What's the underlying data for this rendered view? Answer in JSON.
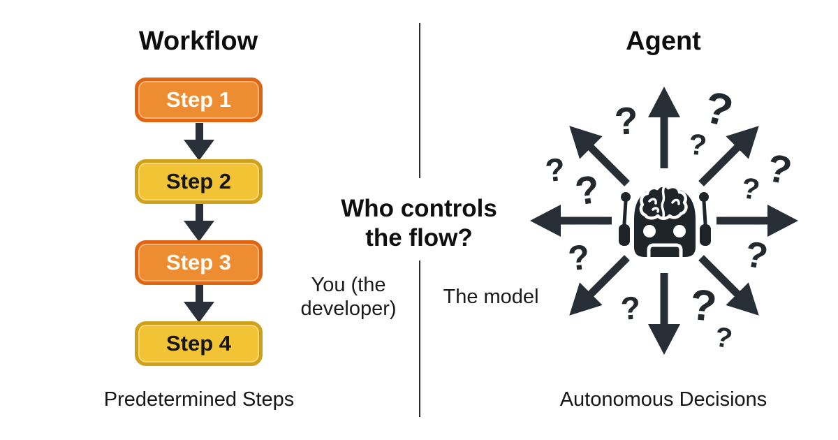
{
  "workflow": {
    "title": "Workflow",
    "steps": [
      {
        "label": "Step 1",
        "fill": "#ED8C31",
        "border": "#DF6512"
      },
      {
        "label": "Step 2",
        "fill": "#F2C335",
        "border": "#CFA01A"
      },
      {
        "label": "Step 3",
        "fill": "#ED8C31",
        "border": "#DF6512"
      },
      {
        "label": "Step 4",
        "fill": "#F2C335",
        "border": "#CFA01A"
      }
    ],
    "caption": "Predetermined Steps"
  },
  "center": {
    "question": "Who controls\nthe flow?",
    "developer_label": "You (the\ndeveloper)",
    "model_label": "The model"
  },
  "agent": {
    "title": "Agent",
    "caption": "Autonomous Decisions",
    "icon": "robot-brain-icon",
    "question_mark_glyph": "?",
    "question_mark_count": 12,
    "arrow_directions": [
      "up",
      "up-right",
      "right",
      "down-right",
      "down",
      "down-left",
      "left",
      "up-left"
    ]
  },
  "colors": {
    "background": "#FFFFFF",
    "dark_arrow": "#282E35",
    "robot": "#1F2428",
    "question_mark": "#23282D",
    "divider": "#2B2B2B",
    "text": "#111111"
  }
}
